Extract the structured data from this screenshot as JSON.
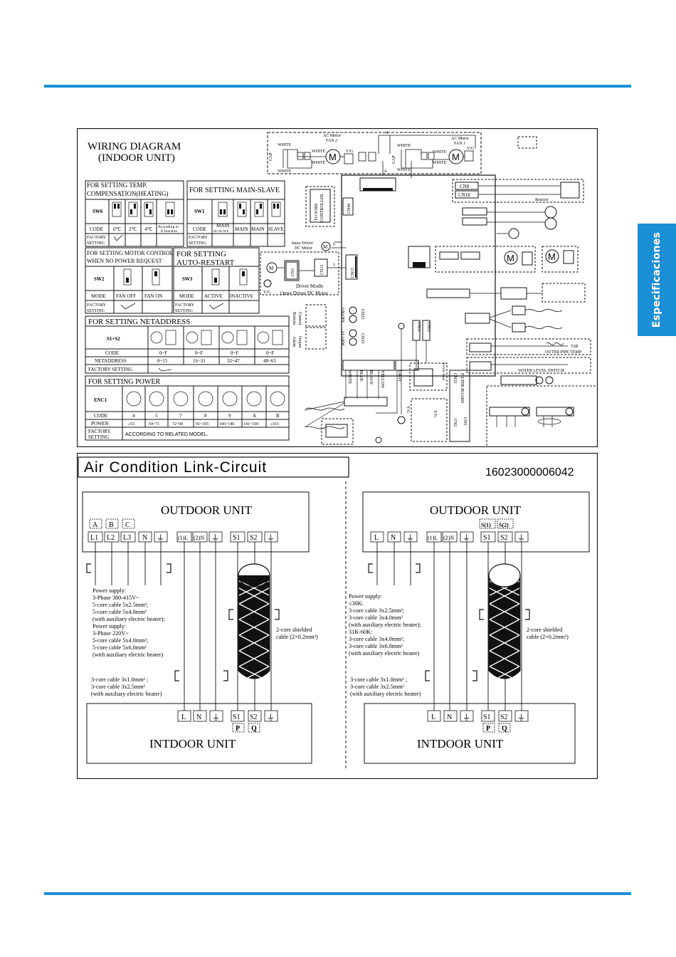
{
  "side_tab": "Especificaciones",
  "wiring": {
    "title_line1": "WIRING DIAGRAM",
    "title_line2": "(INDOOR UNIT)",
    "temp_comp": {
      "title1": "FOR SETTING TEMP.",
      "title2": "COMPENSATION(HEATING)",
      "switch": "SW6",
      "code": "CODE",
      "values": [
        "6℃",
        "2℃",
        "4℃",
        "According to",
        "E function"
      ],
      "factory1": "FACTORY",
      "factory2": "SETTING"
    },
    "main_slave": {
      "title": "FOR SETTING MAIN-SLAVE",
      "switch": "SW1",
      "code": "CODE",
      "values": [
        "MAIN",
        "NO SLAVE",
        "MAIN",
        "MAIN",
        "SLAVE"
      ],
      "factory1": "FACTORY",
      "factory2": "SETTING"
    },
    "motor_control": {
      "title1": "FOR SETTING MOTOR CONTROL",
      "title2": "WHEN NO POWER REQUEST",
      "switch": "SW2",
      "mode": "MODE",
      "values": [
        "FAN OFF",
        "FAN ON"
      ],
      "factory1": "FACTORY",
      "factory2": "SETTING"
    },
    "auto_restart": {
      "title1": "FOR SETTING",
      "title2": "AUTO-RESTART",
      "switch": "SW3",
      "mode": "MODE",
      "values": [
        "ACTIVE",
        "INACTIVE"
      ],
      "factory1": "FACTORY",
      "factory2": "SETTING"
    },
    "netaddress": {
      "title": "FOR SETTING NETADDRESS",
      "switch": "S1+S2",
      "code_label": "CODE",
      "codes": [
        "0~F",
        "0~F",
        "0~F",
        "0~F"
      ],
      "net_label": "NETADDRESS",
      "ranges": [
        "0~15",
        "16~31",
        "32~47",
        "48~63"
      ],
      "factory": "FACTORY SETTING"
    },
    "power": {
      "title": "FOR SETTING POWER",
      "switch": "ENC1",
      "code_label": "CODE",
      "codes": [
        "4",
        "5",
        "7",
        "8",
        "9",
        "A",
        "B"
      ],
      "power_label": "POWER",
      "powers": [
        "≥53",
        "54~71",
        "72~90",
        "91~105",
        "106~140",
        "141~160",
        "≥161"
      ],
      "factory1": "FACTORY",
      "factory2": "SETTING",
      "note": "ACCORDING TO RELATED MODEL."
    },
    "labels": {
      "ac_motor_fan2_1": "AC Motor",
      "ac_motor_fan2_2": "FAN 2",
      "ac_motor_fan1_1": "AC Motor",
      "ac_motor_fan1_2": "FAN 1",
      "white": "WHITE",
      "yg": "Y/G",
      "cap": "CAP",
      "cn8": "CN8",
      "cn18": "CN18",
      "reactor": "Reactor",
      "wire_controller1": "TO WIRE",
      "wire_controller2": "CONTROLLER",
      "cn40": "CN40",
      "inner_motor1": "Inner Driver",
      "inner_motor2": "DC Motor",
      "cn1": "CN1",
      "cn13": "CN13",
      "cn15": "CN15",
      "driver_module": "Driver Modle",
      "outer_motor": "Outer Driver DC Motor",
      "remote1": "Remote",
      "remote2": "Control",
      "alarm1": "Alarm",
      "alarm2": "Output",
      "on_off": "ON/OFF",
      "alarm": "ALARM",
      "cn23": "CN23",
      "cn33": "CN33",
      "t2b": "T2B",
      "outer_pipe": "OUTER PIPE TEMP",
      "water_level": "WATER LEVEL SWITCH",
      "wires": [
        "WHITE",
        "BLUE",
        "BLACK",
        "YELLOW",
        "GRAY"
      ],
      "ferrite": "Ferrite bead",
      "filter": "FILTER BOARD",
      "cn2": "CN2",
      "cn5": "CN5",
      "cn11": "CN11",
      "cn21": "CN21",
      "cn22": "CN22",
      "num4": "4",
      "num5": "5",
      "yg2": "Y/G"
    }
  },
  "link": {
    "title": "Air Condition Link-Circuit",
    "code": "16023000006042",
    "outdoor": "OUTDOOR UNIT",
    "indoor": "INTDOOR UNIT",
    "left": {
      "phase_top": [
        "A",
        "B",
        "C"
      ],
      "terminals": [
        "L1",
        "L2",
        "L3",
        "N",
        "⏚",
        "(1)L",
        "(2)N",
        "⏚",
        "S1",
        "S2",
        "⏚"
      ],
      "power_lines": [
        "Power supply:",
        "3-Phase 380-415V~",
        "5-core cable  5x2.5mm²;",
        "5-core cable  5x4.0mm²",
        "(with auxiliary electric  heater);",
        "Power supply:",
        "3-Phase 220V~",
        "5-core cable  5x4.0mm²;",
        "5-core cable  5x6.0mm²",
        "(with auxiliary electric heater)"
      ],
      "shield1": "2-core shielded",
      "shield2": "cable (2×0.2mm²)",
      "link_lines": [
        "3-core cable 3x1.0mm² ;",
        "3-core cable 3x2.5mm²",
        "(with auxiliary electric  heater)"
      ],
      "indoor_terminals": [
        "L",
        "N",
        "⏚",
        "S1",
        "S2",
        "⏚"
      ],
      "pq": [
        "P",
        "Q"
      ]
    },
    "right": {
      "s_top": [
        "S(1)",
        "S(2)"
      ],
      "terminals": [
        "L",
        "N",
        "⏚",
        "(1)L",
        "(2)N",
        "⏚",
        "S1",
        "S2",
        "⏚"
      ],
      "power_lines": [
        "Power supply:",
        "≤30K:",
        "3-core cable 3x2.5mm²;",
        "3-core cable 3x4.0mm²",
        "(with auxiliary electric heater);",
        "31K-60K:",
        "3-core cable 3x4.0mm²;",
        "3-core cable 3x6.0mm²",
        "(with auxiliary electric heater)"
      ],
      "shield1": "2-core shielded",
      "shield2": "cable (2×0.2mm²)",
      "link_lines": [
        "3-core cable 3x1.0mm² ;",
        "3-core cable 3x2.5mm²",
        "(with auxiliary electric heater)"
      ],
      "indoor_terminals": [
        "L",
        "N",
        "⏚",
        "S1",
        "S2",
        "⏚"
      ],
      "pq": [
        "P",
        "Q"
      ]
    }
  },
  "colors": {
    "accent": "#1a8fd6",
    "ink": "#111111"
  }
}
